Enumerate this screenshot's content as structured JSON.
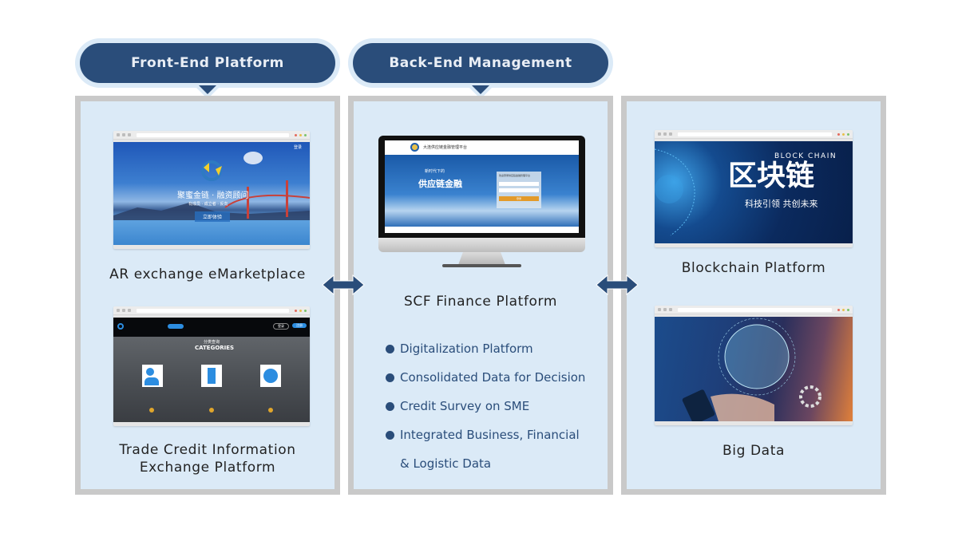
{
  "tabs": [
    {
      "label": "Front-End Platform"
    },
    {
      "label": "Back-End Management"
    }
  ],
  "left_panel": {
    "items": [
      {
        "caption": "AR exchange eMarketplace",
        "screenshot": {
          "headline": "聚蜜金链 · 融资顾问",
          "subline": "有成员 · 成立者 · 反向",
          "button": "立即体验",
          "login": "登录"
        }
      },
      {
        "caption_line1": "Trade Credit Information",
        "caption_line2": "Exchange Platform",
        "screenshot": {
          "section_cn": "分类查询",
          "section_en": "CATEGORIES",
          "login_button": "登录",
          "register_button": "注册"
        }
      }
    ]
  },
  "center_panel": {
    "title": "SCF Finance Platform",
    "monitor": {
      "site_name": "大连供应链金融管理平台",
      "slogan_small": "新时代下的",
      "slogan_big": "供应链金融",
      "login_title": "欢迎登录供应链金融管理平台",
      "login_button": "登录"
    },
    "bullets": [
      "Digitalization Platform",
      "Consolidated Data for Decision",
      "Credit Survey on SME",
      "Integrated Business, Financial"
    ],
    "bullet_continuation": "& Logistic Data"
  },
  "right_panel": {
    "items": [
      {
        "caption": "Blockchain Platform",
        "screenshot": {
          "title_en": "BLOCK CHAIN",
          "title_cn": "区块链",
          "slogan": "科技引领 共创未来"
        }
      },
      {
        "caption": "Big Data"
      }
    ]
  },
  "colors": {
    "accent": "#2a4d7a",
    "panel_bg": "#dbeaf7",
    "panel_border": "#c9c9c9"
  }
}
